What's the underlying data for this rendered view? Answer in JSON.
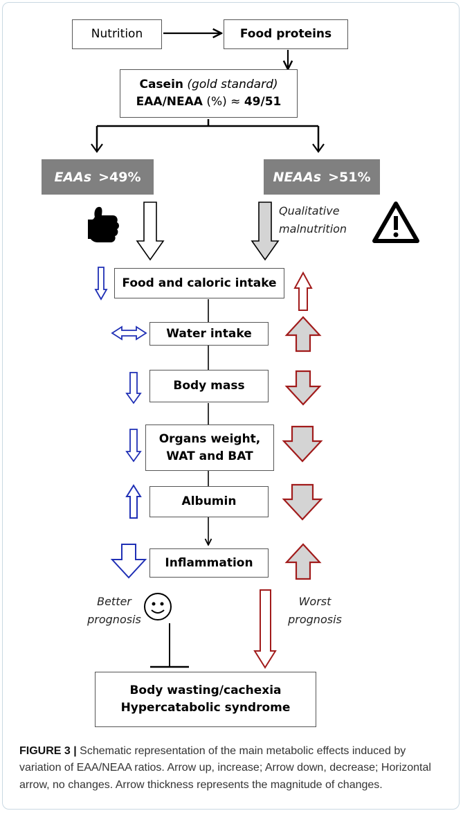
{
  "nodes": {
    "nutrition": "Nutrition",
    "food_proteins": "Food proteins",
    "casein_line1_bold": "Casein",
    "casein_line1_italic": "(gold standard)",
    "casein_line2_bold_a": "EAA/NEAA",
    "casein_line2_plain": "(%) ≈",
    "casein_line2_bold_b": "49/51",
    "eaas_label": "EAAs",
    "eaas_value": ">49%",
    "neaas_label": "NEAAs",
    "neaas_value": ">51%",
    "food_caloric": "Food and caloric intake",
    "water_intake": "Water intake",
    "body_mass": "Body mass",
    "organs_line1": "Organs weight,",
    "organs_line2": "WAT and BAT",
    "albumin": "Albumin",
    "inflammation": "Inflammation",
    "outcome_line1": "Body wasting/cachexia",
    "outcome_line2": "Hypercatabolic syndrome"
  },
  "notes": {
    "qualitative_line1": "Qualitative",
    "qualitative_line2": "malnutrition",
    "better_line1": "Better",
    "better_line2": "prognosis",
    "worst_line1": "Worst",
    "worst_line2": "prognosis"
  },
  "icons": [
    "thumbs-up-icon",
    "warning-triangle-icon",
    "smiley-face-icon"
  ],
  "colors": {
    "increase_decrease_blue": "#1f2fb5",
    "worse_red": "#a11b1b",
    "box_gray": "#808080",
    "arrow_fill_gray": "#d4d4d4"
  },
  "caption": {
    "label": "FIGURE 3 |",
    "text": "Schematic representation of the main metabolic effects induced by variation of EAA/NEAA ratios. Arrow up, increase; Arrow down, decrease; Horizontal arrow, no changes. Arrow thickness represents the magnitude of changes."
  }
}
